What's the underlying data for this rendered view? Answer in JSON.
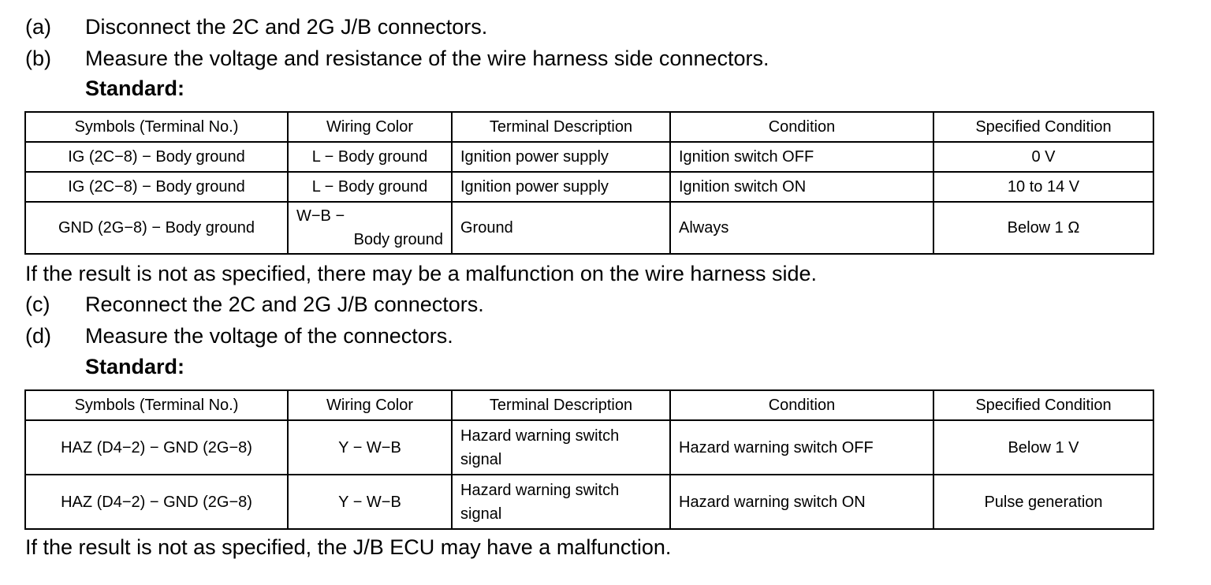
{
  "steps": [
    {
      "label": "(a)",
      "text": "Disconnect the 2C and 2G J/B connectors."
    },
    {
      "label": "(b)",
      "text": "Measure the voltage and resistance of the wire harness side connectors."
    },
    {
      "label": "(c)",
      "text": "Reconnect the 2C and 2G J/B connectors."
    },
    {
      "label": "(d)",
      "text": "Measure the voltage of the connectors."
    }
  ],
  "standard_label": "Standard:",
  "table1": {
    "headers": [
      "Symbols (Terminal No.)",
      "Wiring Color",
      "Terminal Description",
      "Condition",
      "Specified Condition"
    ],
    "rows": [
      {
        "symbol": "IG (2C−8) − Body ground",
        "wiring": "L − Body ground",
        "description": "Ignition power supply",
        "condition": "Ignition switch OFF",
        "specified": "0 V"
      },
      {
        "symbol": "IG (2C−8) − Body ground",
        "wiring": "L − Body ground",
        "description": "Ignition power supply",
        "condition": "Ignition switch ON",
        "specified": "10 to 14 V"
      },
      {
        "symbol": "GND (2G−8) − Body ground",
        "wiring_line1": "W−B −",
        "wiring_line2": "Body ground",
        "description": "Ground",
        "condition": "Always",
        "specified": "Below 1 Ω"
      }
    ]
  },
  "note1": "If the result is not as specified, there may be a malfunction on the wire harness side.",
  "table2": {
    "headers": [
      "Symbols (Terminal No.)",
      "Wiring Color",
      "Terminal Description",
      "Condition",
      "Specified Condition"
    ],
    "rows": [
      {
        "symbol": "HAZ (D4−2) − GND (2G−8)",
        "wiring": "Y − W−B",
        "description_line1": "Hazard warning switch",
        "description_line2": "signal",
        "condition": "Hazard warning switch OFF",
        "specified": "Below 1 V"
      },
      {
        "symbol": "HAZ (D4−2) − GND (2G−8)",
        "wiring": "Y − W−B",
        "description_line1": "Hazard warning switch",
        "description_line2": "signal",
        "condition": "Hazard warning switch ON",
        "specified": "Pulse generation"
      }
    ]
  },
  "note2": "If the result is not as specified, the J/B ECU may have a malfunction."
}
